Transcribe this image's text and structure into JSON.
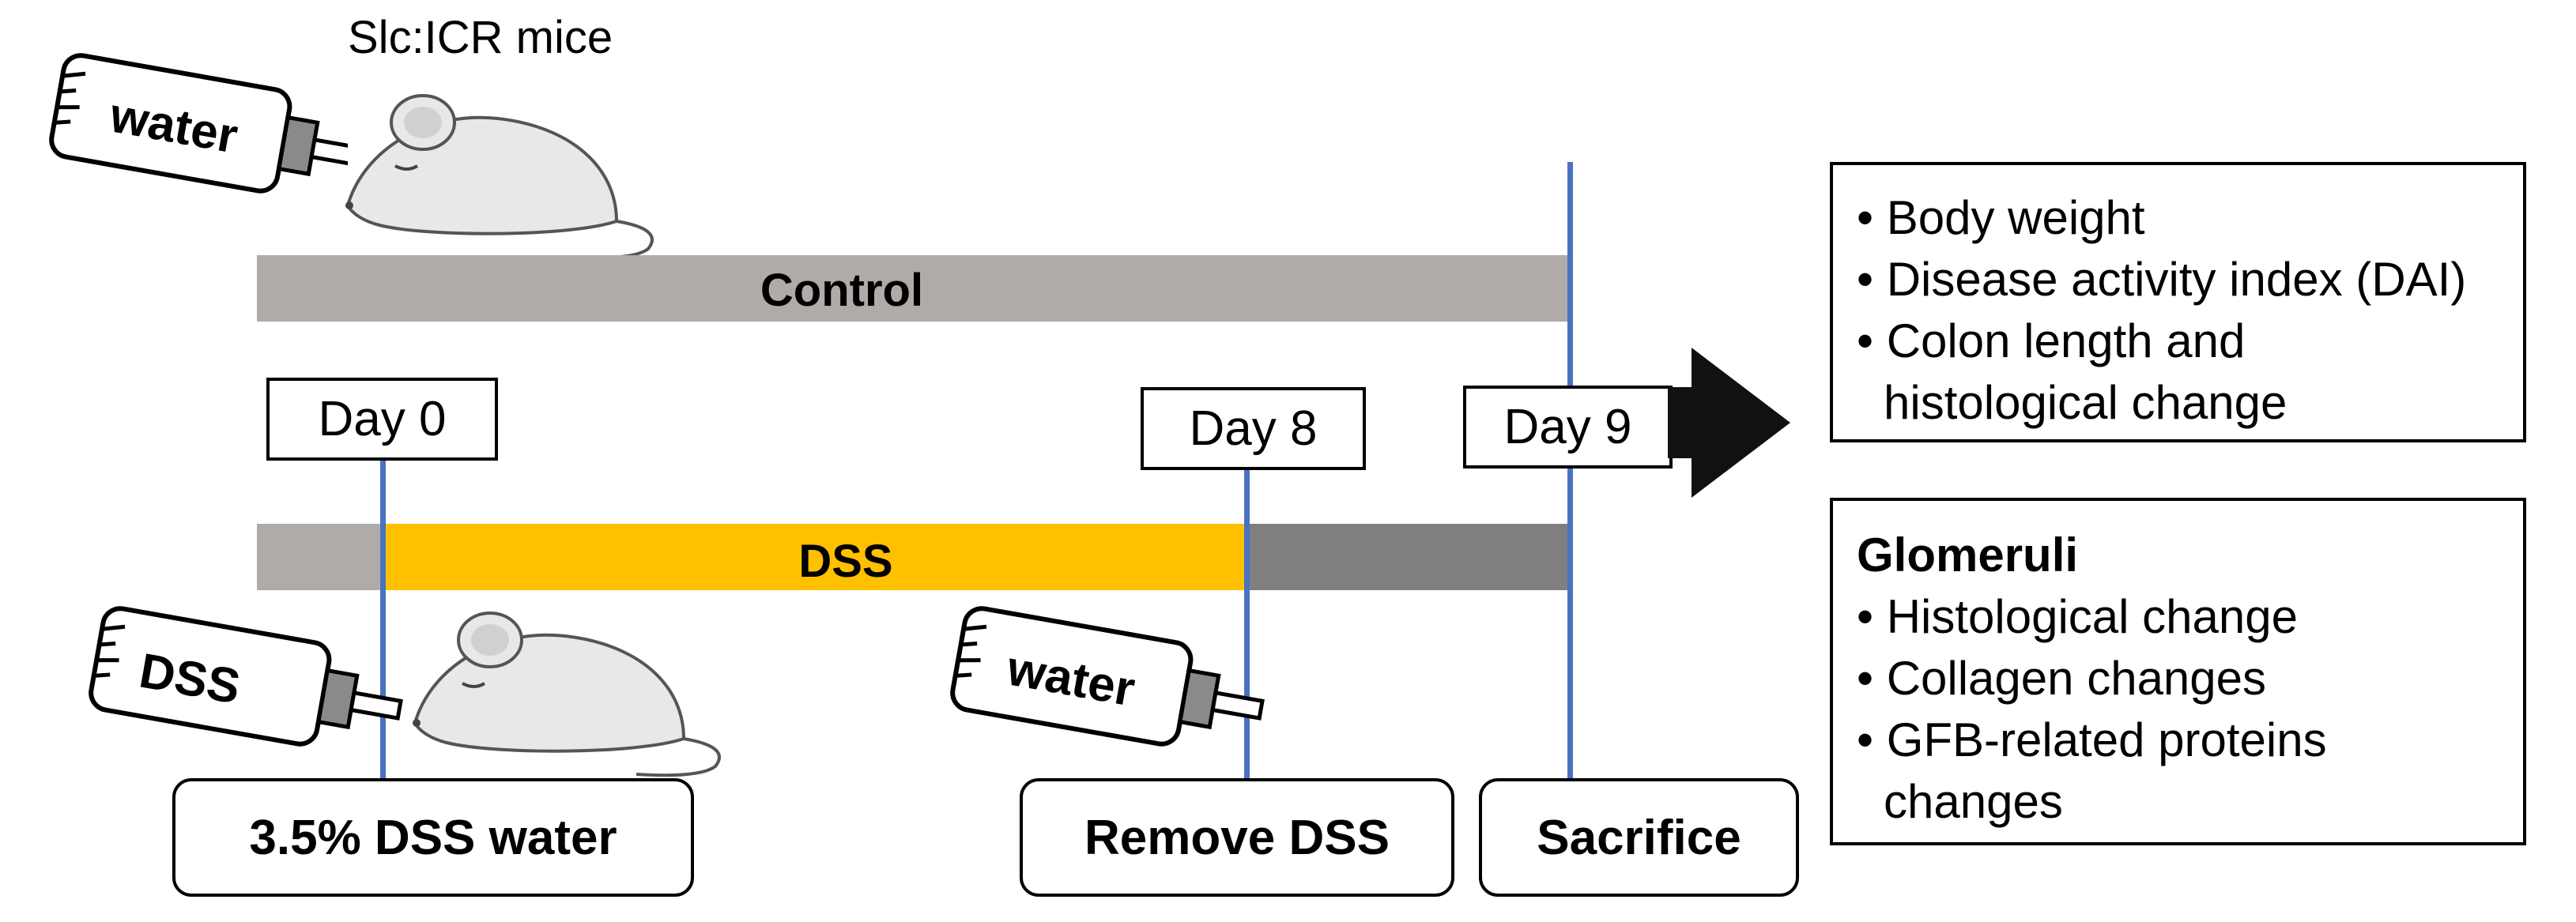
{
  "strain_label": "Slc:ICR mice",
  "control": {
    "bar_label": "Control",
    "bottle_label": "water"
  },
  "dss": {
    "bar_label": "DSS",
    "bottle_label": "DSS",
    "later_bottle_label": "water"
  },
  "days": [
    "Day 0",
    "Day 8",
    "Day 9"
  ],
  "events": [
    "3.5% DSS water",
    "Remove DSS",
    "Sacrifice"
  ],
  "outcomes_panel": {
    "items": [
      "Body weight",
      "Disease activity index (DAI)",
      "Colon length and",
      "histological change"
    ]
  },
  "glomeruli_panel": {
    "heading": "Glomeruli",
    "items": [
      "Histological change",
      "Collagen changes",
      "GFB-related proteins",
      "changes"
    ]
  },
  "colors": {
    "control_bar": "#b0aaa8",
    "dss_pre": "#b0aaa8",
    "dss_active": "#ffc000",
    "dss_after": "#7f7f7f",
    "timeline_line": "#4a72c0",
    "arrow": "#111111"
  },
  "icons": [
    "syringe-bottle-icon",
    "mouse-icon",
    "right-arrow-icon"
  ]
}
